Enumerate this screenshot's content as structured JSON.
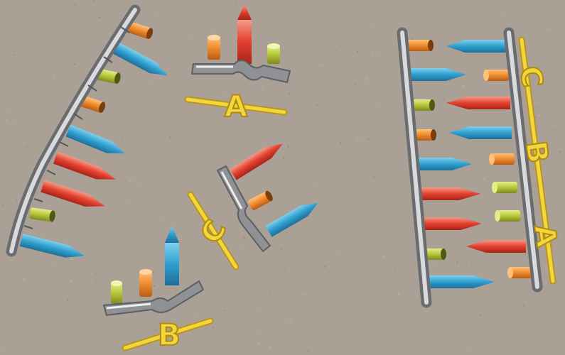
{
  "image": {
    "background_color": "#aaa096",
    "spine_color": "#a7a9ad",
    "piece_colors": {
      "blue": "#2f9fcf",
      "red": "#e3402e",
      "orange": "#ef8a2c",
      "green": "#b6c73a",
      "yellow": "#f3d63c"
    },
    "labels": {
      "label_a_top": "A",
      "label_b_bottom": "B",
      "label_c_center": "C",
      "label_c_right": "C",
      "label_b_right": "B",
      "label_a_right": "A"
    }
  }
}
